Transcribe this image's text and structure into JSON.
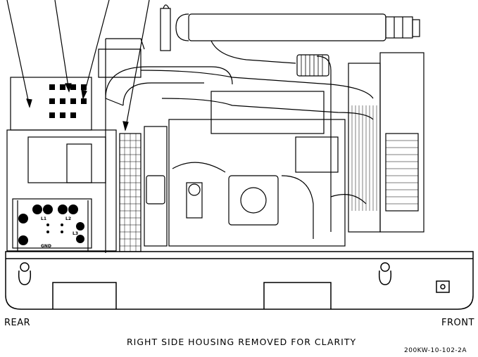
{
  "labels": {
    "rear": "REAR",
    "front": "FRONT",
    "caption": "RIGHT SIDE HOUSING REMOVED FOR CLARITY",
    "figure_id": "200KW-10-102-2A"
  },
  "panel_labels": {
    "l1": "L1",
    "l2": "L2",
    "l3": "L3",
    "gnd": "GND"
  },
  "colors": {
    "line": "#000000",
    "background": "#ffffff"
  }
}
